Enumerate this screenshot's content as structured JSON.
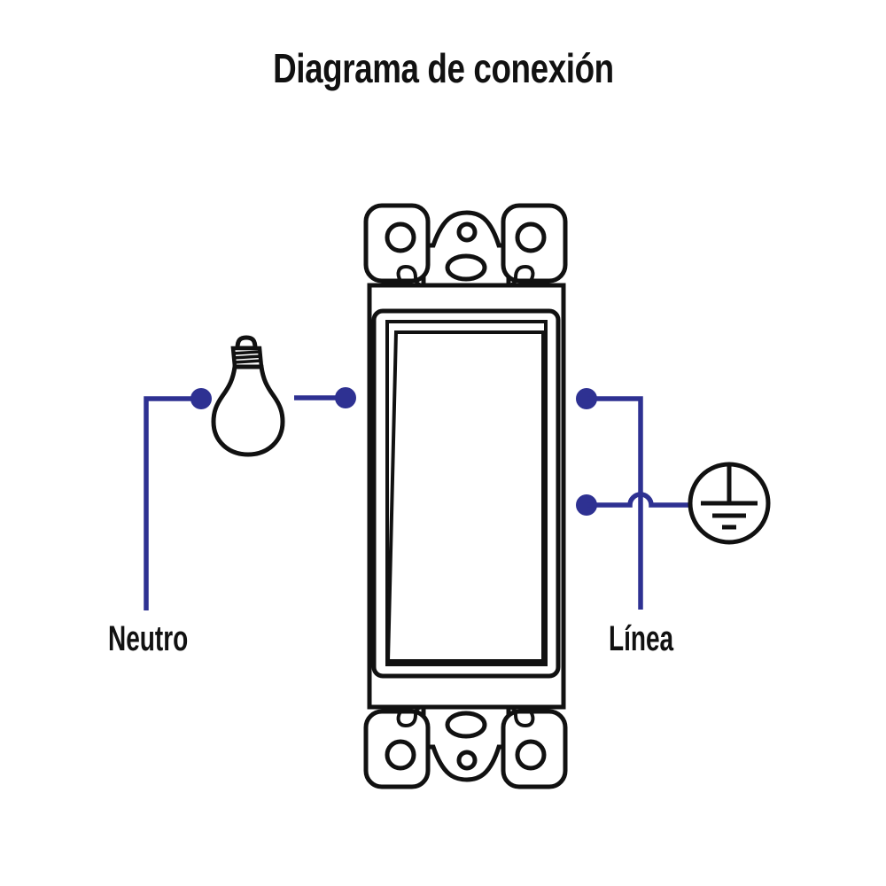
{
  "title": "Diagrama de conexión",
  "labels": {
    "neutral": "Neutro",
    "line": "Línea"
  },
  "colors": {
    "wire": "#2e3192",
    "outline": "#111111",
    "background": "#ffffff"
  },
  "icons": {
    "switch": "rocker-switch-icon",
    "bulb": "light-bulb-icon",
    "ground": "earth-ground-icon",
    "junction": "wire-junction-dot"
  }
}
